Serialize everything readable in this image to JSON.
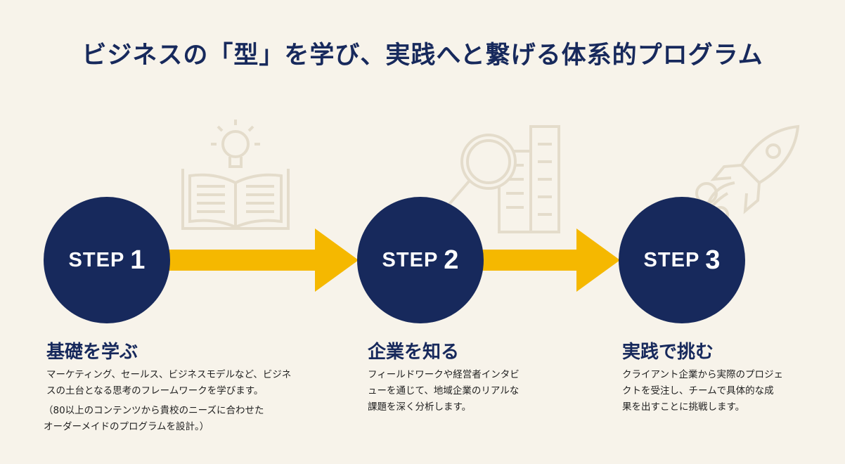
{
  "title": "ビジネスの「型」を学び、実践へと繋げる体系的プログラム",
  "colors": {
    "navy": "#17295c",
    "arrow": "#f5b800",
    "background": "#f7f3ea",
    "decor": "#e4dccb"
  },
  "steps": [
    {
      "label": "STEP",
      "number": "1",
      "heading": "基礎を学ぶ",
      "desc": [
        "マーケティング、セールス、ビジネスモデルなど、ビジネ",
        "スの土台となる思考のフレームワークを学びます。"
      ],
      "note": [
        "（80以上のコンテンツから貴校のニーズに合わせた",
        "オーダーメイドのプログラムを設計。）"
      ],
      "icon": "book-lightbulb-icon"
    },
    {
      "label": "STEP",
      "number": "2",
      "heading": "企業を知る",
      "desc": [
        "フィールドワークや経営者インタビ",
        "ューを通じて、地域企業のリアルな",
        "課題を深く分析します。"
      ],
      "icon": "magnifier-building-icon"
    },
    {
      "label": "STEP",
      "number": "3",
      "heading": "実践で挑む",
      "desc": [
        "クライアント企業から実際のプロジェ",
        "クトを受注し、チームで具体的な成",
        "果を出すことに挑戦します。"
      ],
      "icon": "rocket-icon"
    }
  ]
}
